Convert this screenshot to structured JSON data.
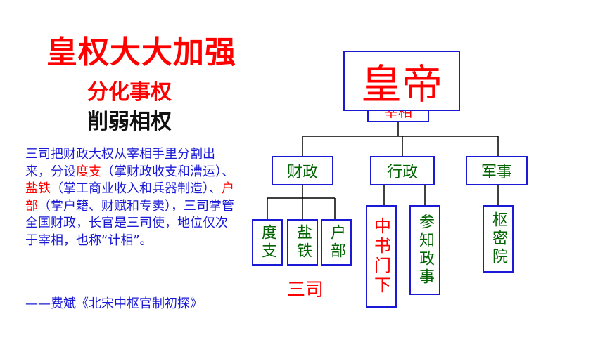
{
  "heading": {
    "main": "皇权大大加强",
    "sub1": "分化事权",
    "sub2": "削弱相权"
  },
  "description": {
    "part1": "三司把财政大权从宰相手里分割出来，分设",
    "duzhi": "度支",
    "part2": "（掌财政收支和漕运）、",
    "yantie": "盐铁",
    "part3": "（掌工商业收入和兵器制造）、",
    "hubu": "户部",
    "part4": "（掌户籍、财赋和专卖），三司掌管全国财政，长官是三司使，地位仅次于宰相，也称“计相”。",
    "source": "——费斌《北宋中枢官制初探》"
  },
  "chart": {
    "emperor": "皇帝",
    "chancellor": "宰相",
    "finance": "财政",
    "administration": "行政",
    "military": "军事",
    "duzhi": "度支",
    "yantie": "盐铁",
    "hubu": "户部",
    "sansi_label": "三司",
    "zhongshu": "中书门下",
    "canzhi": "参知政事",
    "shumi": "枢密院"
  },
  "colors": {
    "border": "#1a1ad6",
    "node_text": "#006400",
    "highlight": "#ff0000",
    "text_blue": "#1a1ad6"
  }
}
